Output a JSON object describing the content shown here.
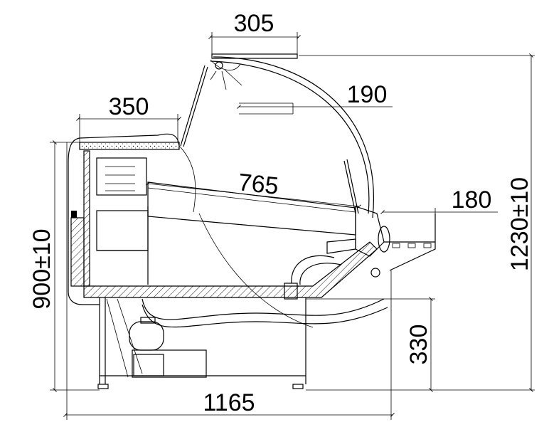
{
  "dimensions": {
    "top_width": "305",
    "shelf_depth": "190",
    "top_shelf_depth": "350",
    "inner_depth": "765",
    "front_overhang": "180",
    "total_height": "1230±10",
    "counter_height": "900±10",
    "base_height": "330",
    "total_depth": "1165"
  }
}
